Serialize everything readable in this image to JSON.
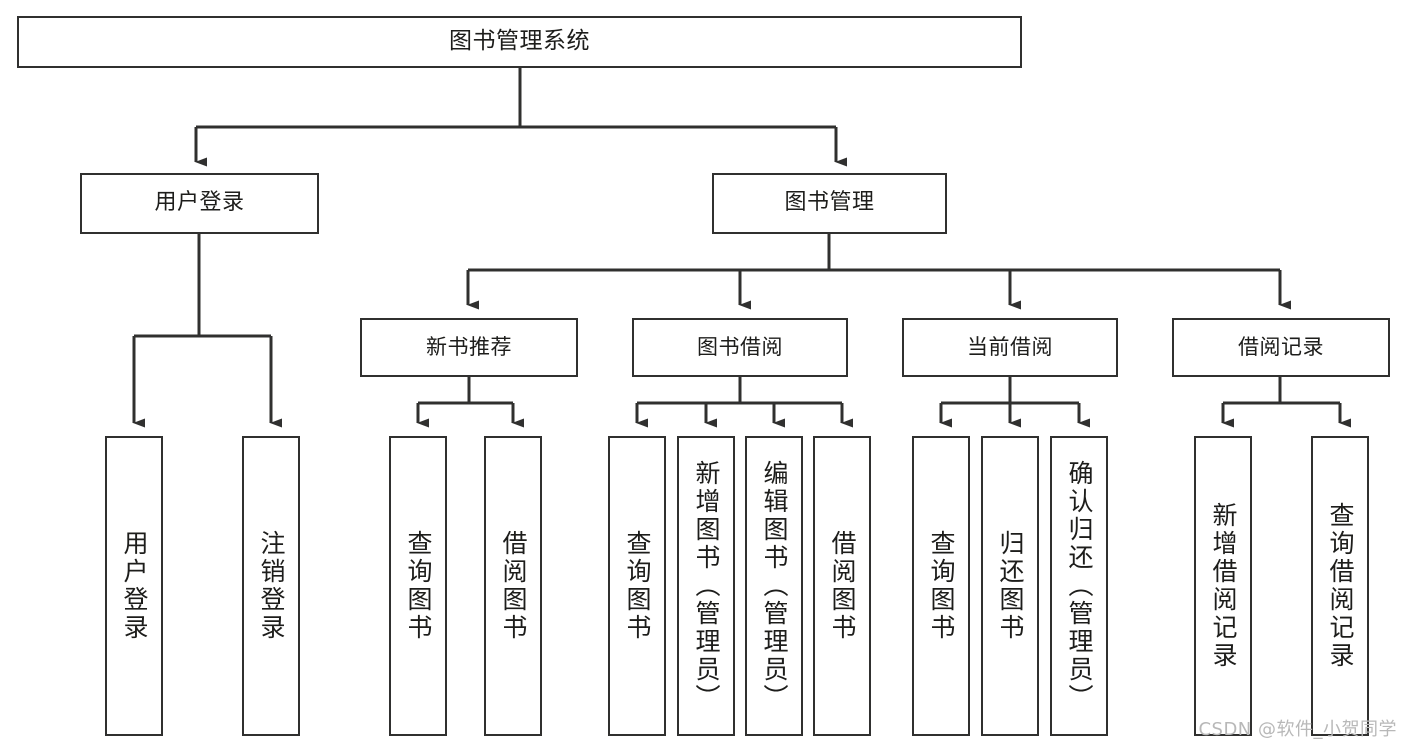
{
  "diagram": {
    "type": "tree-hierarchy-chart",
    "title": "图书管理系统",
    "line_color": "#30302f",
    "box_fill": "#ffffff",
    "text_color": "#1d1d1b",
    "nodes": {
      "root": {
        "label": "图书管理系统",
        "level": 1
      },
      "l2": [
        {
          "label": "用户登录",
          "level": 2
        },
        {
          "label": "图书管理",
          "level": 2
        }
      ],
      "l3": [
        {
          "label": "新书推荐",
          "level": 3
        },
        {
          "label": "图书借阅",
          "level": 3
        },
        {
          "label": "当前借阅",
          "level": 3
        },
        {
          "label": "借阅记录",
          "level": 3
        }
      ],
      "leaves": [
        {
          "label": "用户登录",
          "parent": "用户登录",
          "level": 4
        },
        {
          "label": "注销登录",
          "parent": "用户登录",
          "level": 4
        },
        {
          "label": "查询图书",
          "parent": "新书推荐",
          "level": 4
        },
        {
          "label": "借阅图书",
          "parent": "新书推荐",
          "level": 4
        },
        {
          "label": "查询图书",
          "parent": "图书借阅",
          "level": 4
        },
        {
          "label": "新增图书（管理员）",
          "parent": "图书借阅",
          "level": 4
        },
        {
          "label": "编辑图书（管理员）",
          "parent": "图书借阅",
          "level": 4
        },
        {
          "label": "借阅图书",
          "parent": "图书借阅",
          "level": 4
        },
        {
          "label": "查询图书",
          "parent": "当前借阅",
          "level": 4
        },
        {
          "label": "归还图书",
          "parent": "当前借阅",
          "level": 4
        },
        {
          "label": "确认归还（管理员）",
          "parent": "当前借阅",
          "level": 4
        },
        {
          "label": "新增借阅记录",
          "parent": "借阅记录",
          "level": 4
        },
        {
          "label": "查询借阅记录",
          "parent": "借阅记录",
          "level": 4
        }
      ]
    }
  },
  "watermark": {
    "text": "CSDN @软件_小贺同学"
  }
}
